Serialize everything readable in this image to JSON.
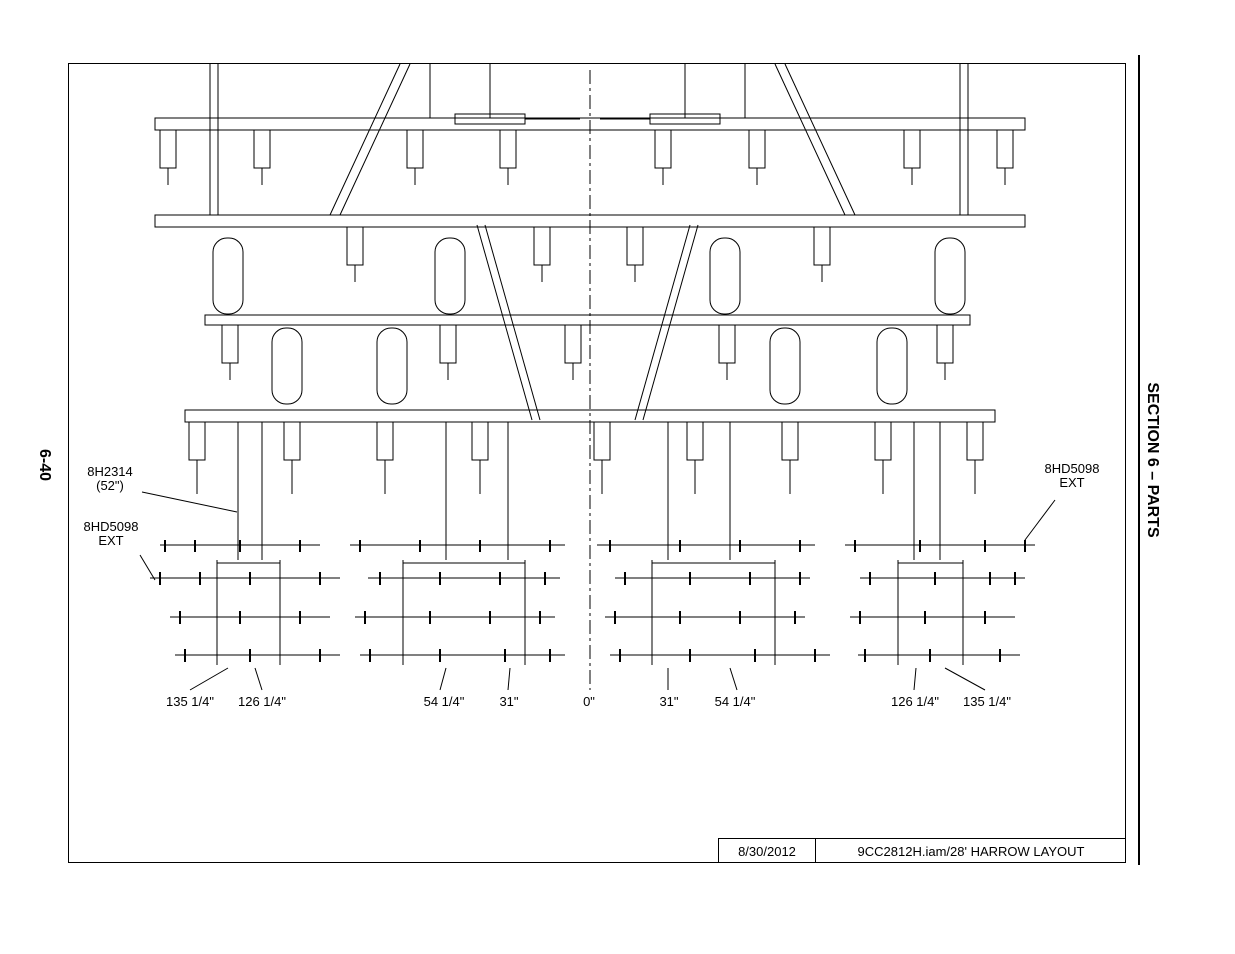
{
  "page_number": "6-40",
  "section_title": "SECTION 6 – PARTS",
  "callouts": {
    "left_upper": {
      "part": "8H2314",
      "note": "(52\")"
    },
    "left_lower": {
      "part": "8HD5098",
      "note": "EXT"
    },
    "right": {
      "part": "8HD5098",
      "note": "EXT"
    }
  },
  "dimensions": [
    "135 1/4\"",
    "126 1/4\"",
    "54 1/4\"",
    "31\"",
    "0\"",
    "31\"",
    "54 1/4\"",
    "126 1/4\"",
    "135 1/4\""
  ],
  "title_block": {
    "date": "8/30/2012",
    "drawing": "9CC2812H.iam/28' HARROW LAYOUT"
  }
}
